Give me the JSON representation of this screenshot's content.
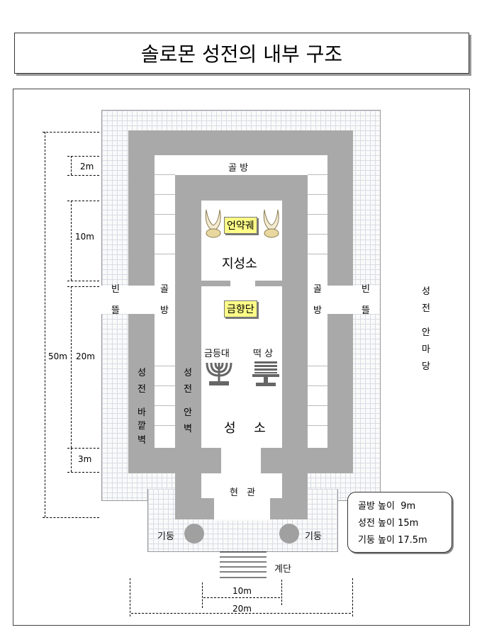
{
  "title": "솔로몬 성전의 내부 구조",
  "rooms": {
    "side_chamber_top": "골 방",
    "ark": "언약궤",
    "holy_of_holies": "지성소",
    "incense_altar": "금향단",
    "lampstand": "금등대",
    "table": "떡 상",
    "holy_place": "성 소",
    "porch": "현 관",
    "side_chamber_left": [
      "골",
      "방"
    ],
    "side_chamber_right": [
      "골",
      "방"
    ],
    "gap_left": [
      "빈",
      "뜰"
    ],
    "gap_right": [
      "빈",
      "뜰"
    ],
    "outer_wall": [
      "성",
      "전",
      "바",
      "깥",
      "벽"
    ],
    "inner_wall": [
      "성",
      "전",
      "안",
      "벽"
    ],
    "courtyard": [
      "성",
      "전",
      "안",
      "마",
      "당"
    ],
    "pillar_left": "기둥",
    "pillar_right": "기둥",
    "steps": "계단"
  },
  "dimensions": {
    "d2": "2m",
    "d10": "10m",
    "d20": "20m",
    "d3": "3m",
    "d50": "50m",
    "w10": "10m",
    "w20": "20m"
  },
  "info": [
    "골방 높이  9m",
    "성전 높이 15m",
    "기둥 높이 17.5m"
  ]
}
